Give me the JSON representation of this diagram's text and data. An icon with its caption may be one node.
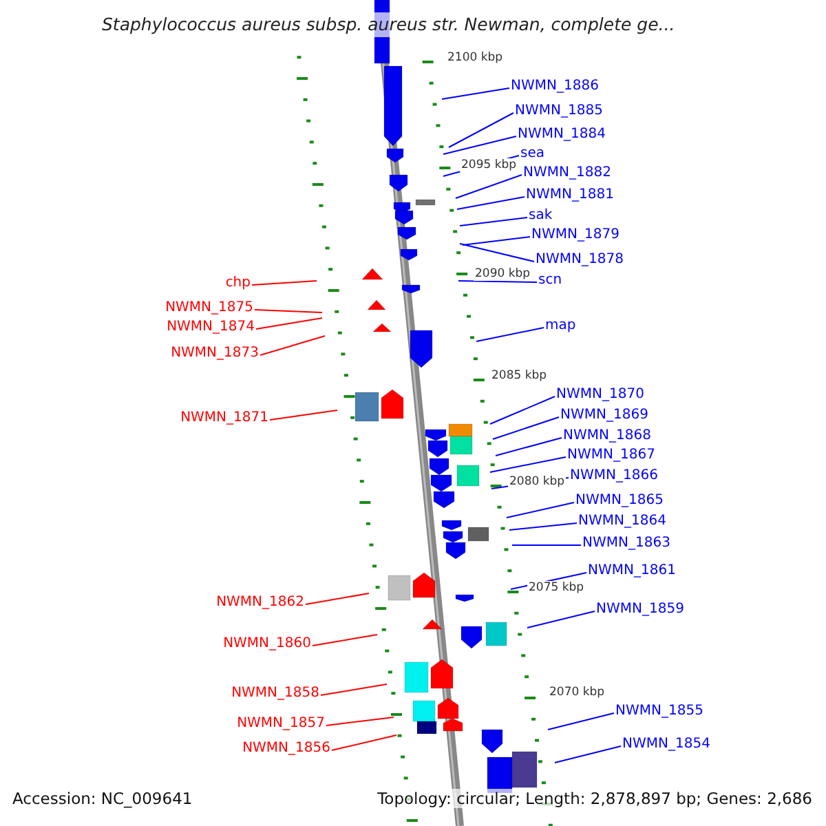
{
  "diagram": {
    "title": "Staphylococcus aureus subsp. aureus str. Newman, complete ge...",
    "nodes": [
      {
        "text": [
          "NWMN_1886"
        ]
      },
      {
        "text": [
          "NWMN_1885"
        ]
      },
      {
        "text": [
          "NWMN_1884"
        ]
      },
      {
        "text": [
          "sea"
        ]
      },
      {
        "text": [
          "NWMN_1882"
        ]
      },
      {
        "text": [
          "NWMN_1881"
        ]
      },
      {
        "text": [
          "sak"
        ]
      },
      {
        "text": [
          "NWMN_1879"
        ]
      },
      {
        "text": [
          "NWMN_1878"
        ]
      },
      {
        "text": [
          "scn"
        ]
      },
      {
        "text": [
          "chp"
        ]
      },
      {
        "text": [
          "NWMN_1875"
        ]
      },
      {
        "text": [
          "map"
        ]
      },
      {
        "text": [
          "NWMN_1874"
        ]
      },
      {
        "text": [
          "NWMN_1873"
        ]
      },
      {
        "text": [
          "NWMN_1870"
        ]
      },
      {
        "text": [
          "NWMN_1869"
        ]
      },
      {
        "text": [
          "NWMN_1871"
        ]
      },
      {
        "text": [
          "NWMN_1868"
        ]
      },
      {
        "text": [
          "NWMN_1867"
        ]
      },
      {
        "text": [
          "NWMN_1866"
        ]
      },
      {
        "text": [
          "NWMN_1865"
        ]
      },
      {
        "text": [
          "NWMN_1864"
        ]
      },
      {
        "text": [
          "NWMN_1863"
        ]
      },
      {
        "text": [
          "NWMN_1861"
        ]
      },
      {
        "text": [
          "NWMN_1862"
        ]
      },
      {
        "text": [
          "NWMN_1859"
        ]
      },
      {
        "text": [
          "NWMN_1860"
        ]
      },
      {
        "text": [
          "NWMN_1858"
        ]
      },
      {
        "text": [
          "NWMN_1855"
        ]
      },
      {
        "text": [
          "NWMN_1857"
        ]
      },
      {
        "text": [
          "NWMN_1854"
        ]
      },
      {
        "text": [
          "NWMN_1856"
        ]
      }
    ],
    "edges": [
      {
        "from": 0,
        "to": null,
        "arrow": "none"
      },
      {
        "from": 1,
        "to": null,
        "arrow": "none"
      },
      {
        "from": 2,
        "to": null,
        "arrow": "none"
      },
      {
        "from": 3,
        "to": null,
        "arrow": "none"
      },
      {
        "from": 4,
        "to": null,
        "arrow": "none"
      },
      {
        "from": 5,
        "to": null,
        "arrow": "none"
      },
      {
        "from": 6,
        "to": null,
        "arrow": "none"
      },
      {
        "from": 7,
        "to": null,
        "arrow": "none"
      },
      {
        "from": 8,
        "to": null,
        "arrow": "none"
      },
      {
        "from": 9,
        "to": null,
        "arrow": "none"
      },
      {
        "from": 10,
        "to": null,
        "arrow": "none",
        "color": "#ff0000"
      },
      {
        "from": 11,
        "to": null,
        "arrow": "none",
        "color": "#ff0000"
      },
      {
        "from": 12,
        "to": null,
        "arrow": "none"
      },
      {
        "from": 13,
        "to": null,
        "arrow": "none",
        "color": "#ff0000"
      },
      {
        "from": 14,
        "to": null,
        "arrow": "none",
        "color": "#ff0000"
      },
      {
        "from": 15,
        "to": null,
        "arrow": "none"
      },
      {
        "from": 16,
        "to": null,
        "arrow": "none"
      },
      {
        "from": 17,
        "to": null,
        "arrow": "none",
        "color": "#ff0000"
      },
      {
        "from": 18,
        "to": null,
        "arrow": "none"
      },
      {
        "from": 19,
        "to": null,
        "arrow": "none"
      },
      {
        "from": 20,
        "to": null,
        "arrow": "none"
      },
      {
        "from": 21,
        "to": null,
        "arrow": "none"
      },
      {
        "from": 22,
        "to": null,
        "arrow": "none"
      },
      {
        "from": 23,
        "to": null,
        "arrow": "none"
      },
      {
        "from": 24,
        "to": null,
        "arrow": "none"
      },
      {
        "from": 25,
        "to": null,
        "arrow": "none",
        "color": "#ff0000"
      },
      {
        "from": 26,
        "to": null,
        "arrow": "none"
      },
      {
        "from": 27,
        "to": null,
        "arrow": "none",
        "color": "#ff0000"
      },
      {
        "from": 28,
        "to": null,
        "arrow": "none",
        "color": "#ff0000"
      },
      {
        "from": 29,
        "to": null,
        "arrow": "none"
      },
      {
        "from": 30,
        "to": null,
        "arrow": "none",
        "color": "#ff0000"
      },
      {
        "from": 31,
        "to": null,
        "arrow": "none"
      },
      {
        "from": 32,
        "to": null,
        "arrow": "none",
        "color": "#ff0000"
      }
    ],
    "labels": [
      "2100 kbp",
      "2095 kbp",
      "2090 kbp",
      "2085 kbp",
      "2080 kbp",
      "2075 kbp",
      "2070 kbp",
      "Accession: NC_009641",
      "Topology: circular; Length: 2,878,897 bp; Genes: 2,686"
    ]
  }
}
